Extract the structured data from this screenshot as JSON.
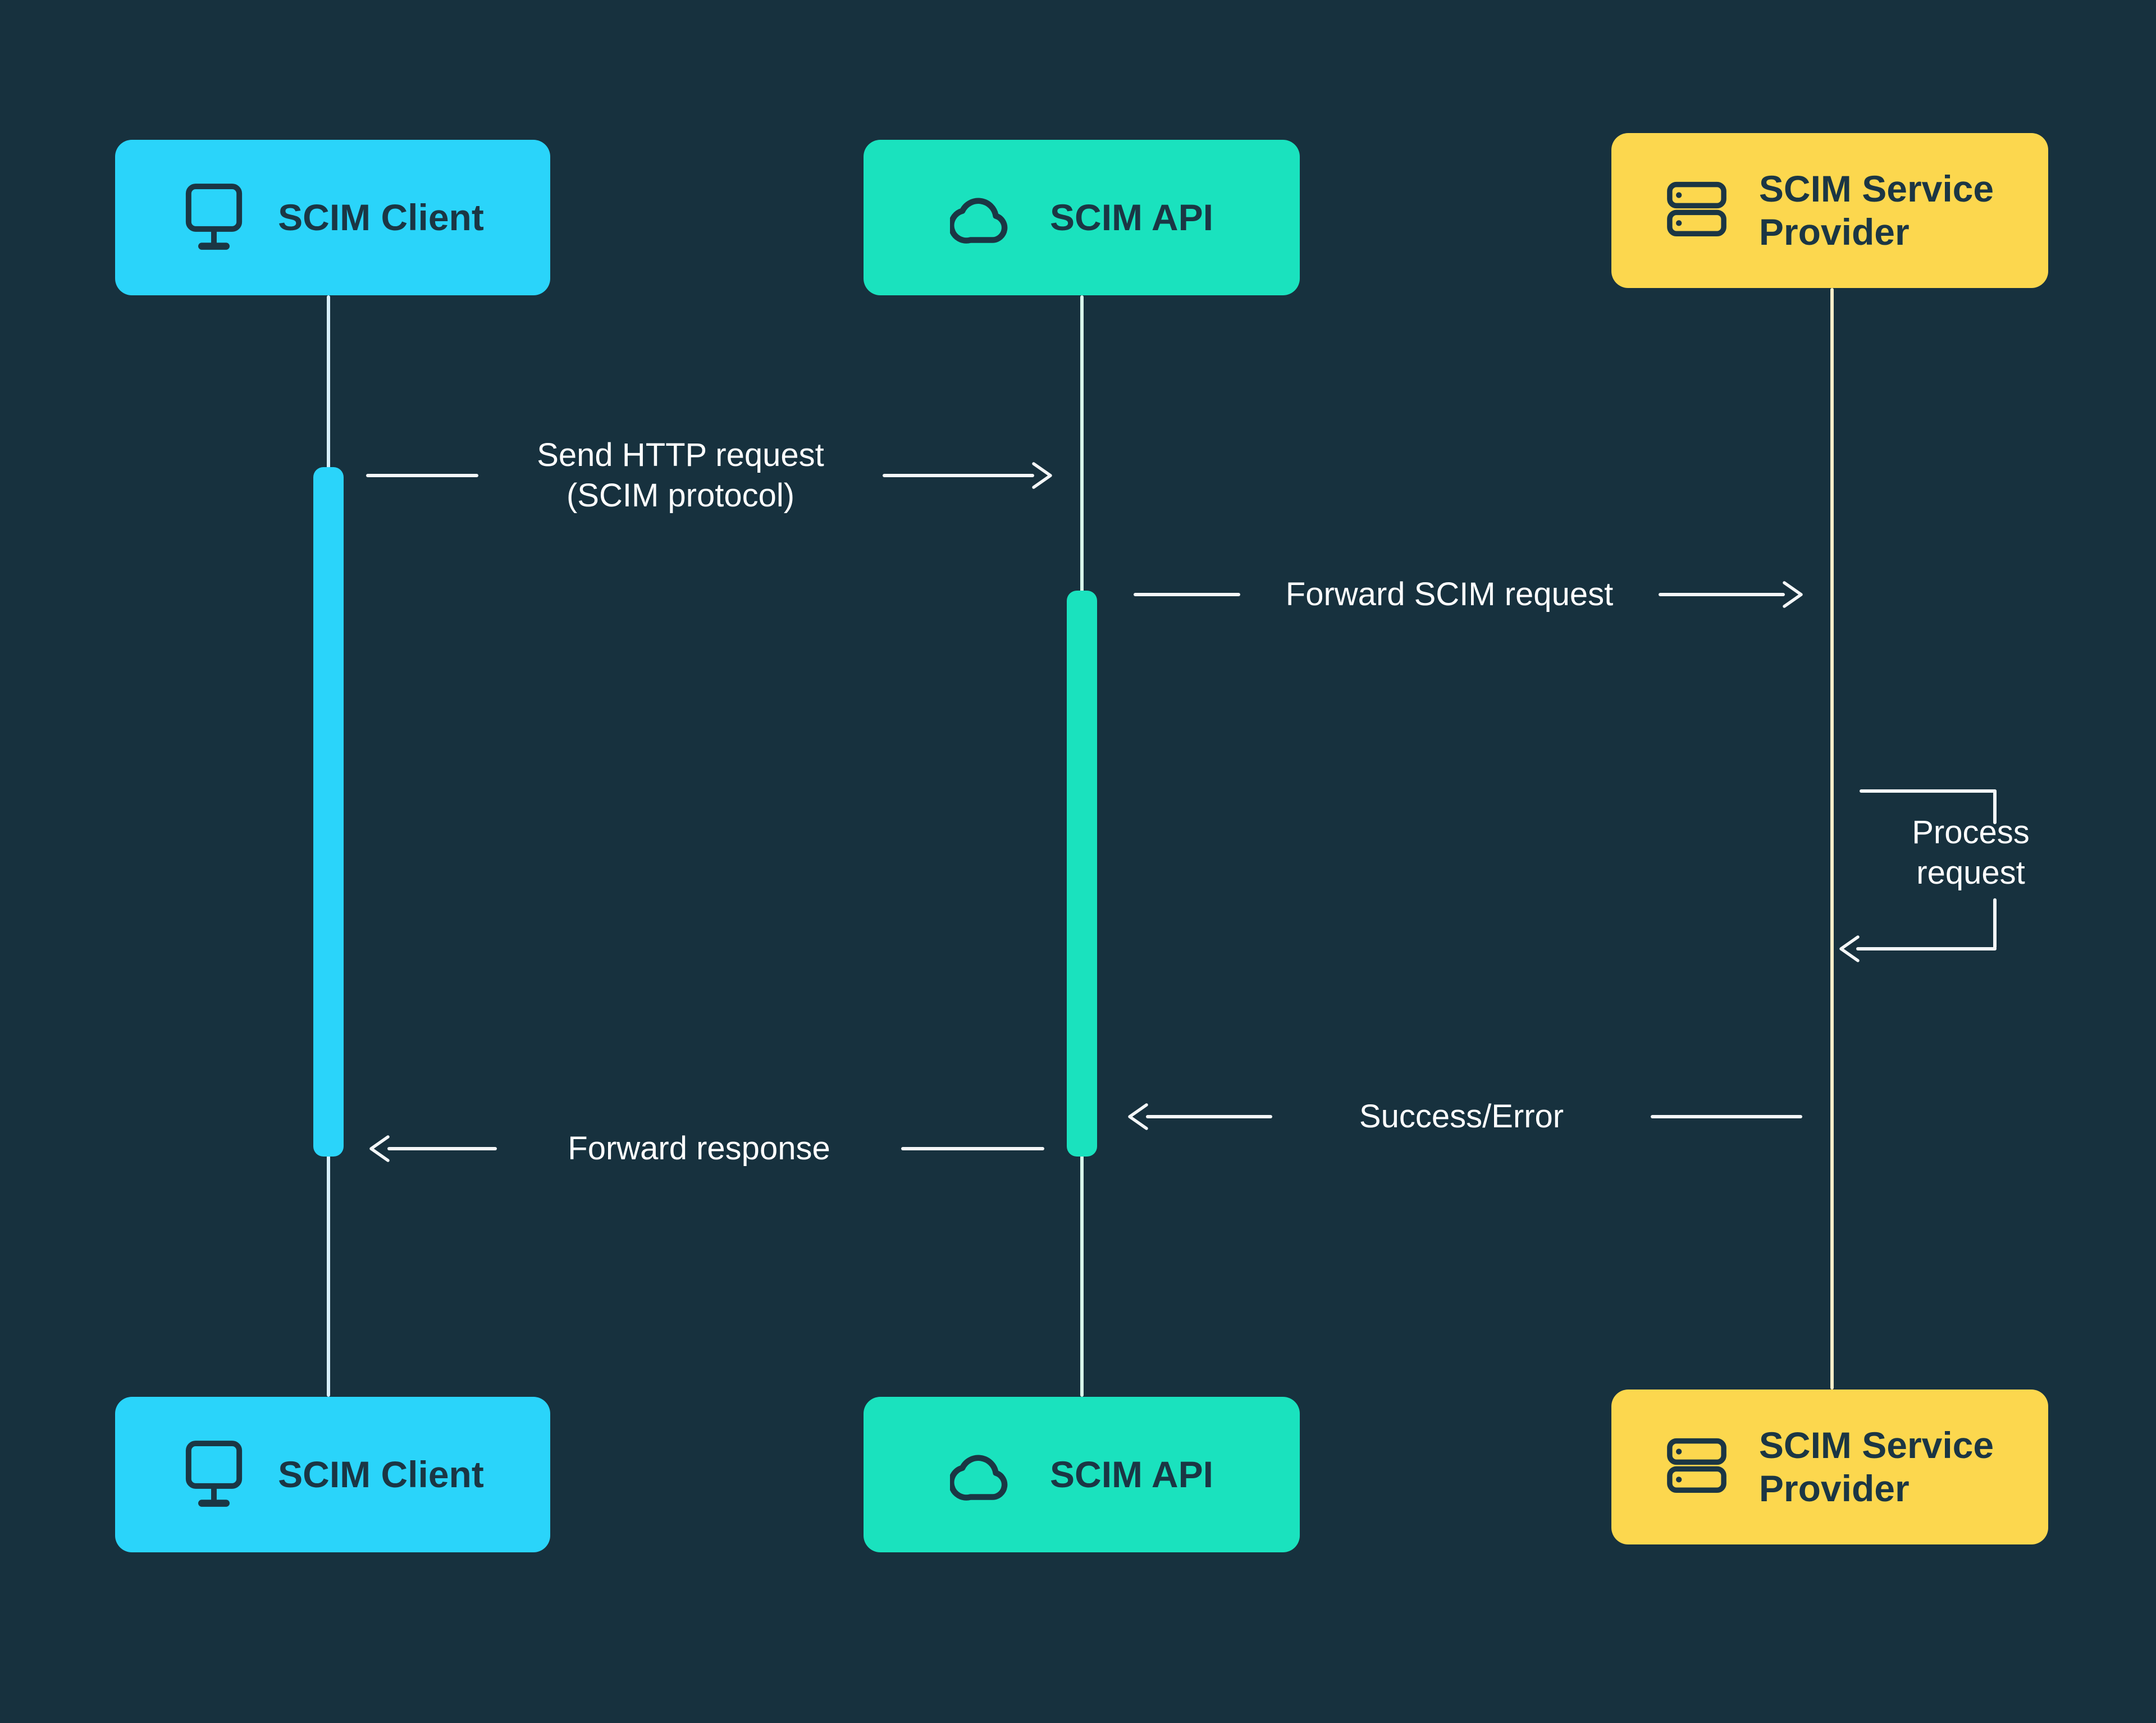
{
  "colors": {
    "bg": "#17313E",
    "ink": "#1B3644",
    "line": "#F4F7F8",
    "text": "#FFFFFF",
    "cyan": "#2AD4FA",
    "teal": "#1AE2BE",
    "yellow": "#FCD74E",
    "life-client": "#D8EFFA",
    "life-api": "#D8F6EA",
    "life-provider": "#F5EDC9"
  },
  "actors": {
    "client": {
      "label": "SCIM Client",
      "icon": "monitor-icon",
      "color": "#2AD4FA"
    },
    "api": {
      "label": "SCIM API",
      "icon": "cloud-icon",
      "color": "#1AE2BE"
    },
    "provider": {
      "label_line1": "SCIM Service",
      "label_line2": "Provider",
      "icon": "server-icon",
      "color": "#FCD74E"
    }
  },
  "messages": {
    "send_http": {
      "line1": "Send HTTP request",
      "line2": "(SCIM protocol)",
      "from": "SCIM Client",
      "to": "SCIM API",
      "direction": "right"
    },
    "forward_request": {
      "label": "Forward SCIM request",
      "from": "SCIM API",
      "to": "SCIM Service Provider",
      "direction": "right"
    },
    "process": {
      "line1": "Process",
      "line2": "request",
      "from": "SCIM Service Provider",
      "to": "SCIM Service Provider",
      "direction": "self"
    },
    "result": {
      "label": "Success/Error",
      "from": "SCIM Service Provider",
      "to": "SCIM API",
      "direction": "left"
    },
    "forward_response": {
      "label": "Forward response",
      "from": "SCIM API",
      "to": "SCIM Client",
      "direction": "left"
    }
  }
}
